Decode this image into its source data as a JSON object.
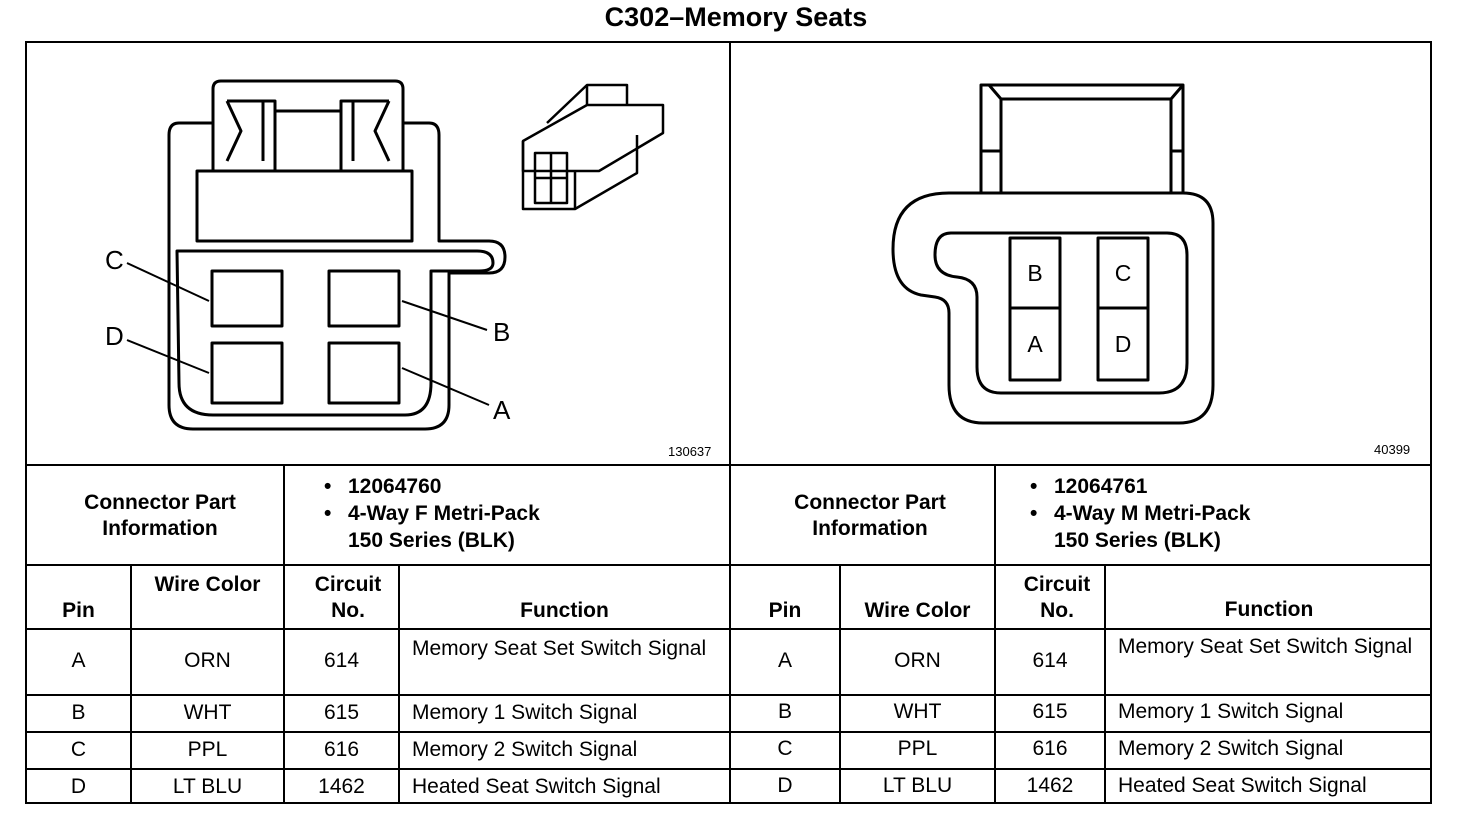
{
  "title": "C302–Memory Seats",
  "left": {
    "figure_id": "130637",
    "pin_callouts": [
      "C",
      "D",
      "B",
      "A"
    ],
    "connector_label": "Connector Part Information",
    "connector_info": [
      "12064760",
      "4-Way F Metri-Pack",
      "150 Series (BLK)"
    ],
    "headers": {
      "pin": "Pin",
      "wire": "Wire Color",
      "circuit": "Circuit No.",
      "function": "Function"
    },
    "rows": [
      {
        "pin": "A",
        "wire": "ORN",
        "circuit": "614",
        "function": "Memory Seat Set Switch Signal"
      },
      {
        "pin": "B",
        "wire": "WHT",
        "circuit": "615",
        "function": "Memory 1 Switch Signal"
      },
      {
        "pin": "C",
        "wire": "PPL",
        "circuit": "616",
        "function": "Memory 2 Switch Signal"
      },
      {
        "pin": "D",
        "wire": "LT BLU",
        "circuit": "1462",
        "function": "Heated Seat Switch Signal"
      }
    ]
  },
  "right": {
    "figure_id": "40399",
    "pin_cells": [
      "B",
      "C",
      "A",
      "D"
    ],
    "connector_label": "Connector Part Information",
    "connector_info": [
      "12064761",
      "4-Way M Metri-Pack",
      "150 Series (BLK)"
    ],
    "headers": {
      "pin": "Pin",
      "wire": "Wire Color",
      "circuit": "Circuit No.",
      "function": "Function"
    },
    "rows": [
      {
        "pin": "A",
        "wire": "ORN",
        "circuit": "614",
        "function": "Memory Seat Set Switch Signal"
      },
      {
        "pin": "B",
        "wire": "WHT",
        "circuit": "615",
        "function": "Memory 1 Switch Signal"
      },
      {
        "pin": "C",
        "wire": "PPL",
        "circuit": "616",
        "function": "Memory 2 Switch Signal"
      },
      {
        "pin": "D",
        "wire": "LT BLU",
        "circuit": "1462",
        "function": "Heated Seat Switch Signal"
      }
    ]
  }
}
